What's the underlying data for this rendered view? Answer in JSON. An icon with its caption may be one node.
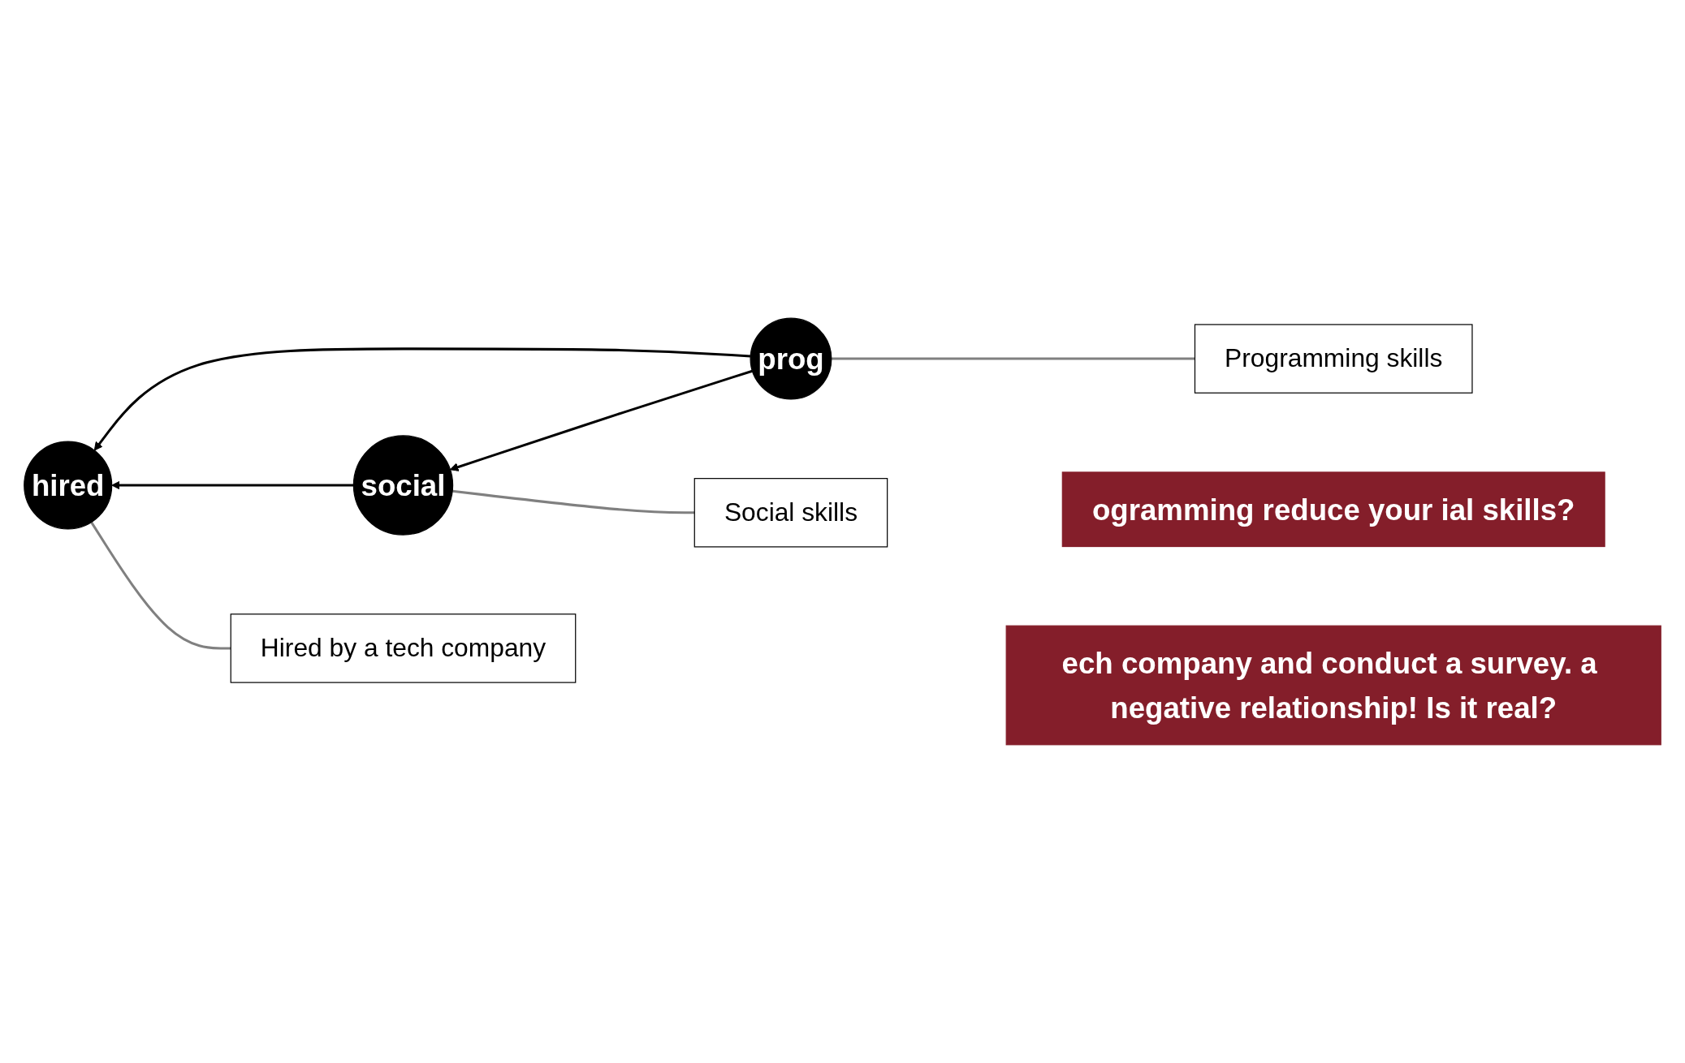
{
  "diagram": {
    "nodes": [
      {
        "text": [
          "prog"
        ]
      },
      {
        "text": [
          "Programming skills"
        ]
      },
      {
        "text": [
          "hired"
        ]
      },
      {
        "text": [
          "Hired by a tech company"
        ]
      },
      {
        "text": [
          "social"
        ]
      },
      {
        "text": [
          "Social skills"
        ]
      },
      {
        "text": [
          "ogramming reduce your ial skills?"
        ]
      },
      {
        "text": [
          "ech company and conduct a survey. a negative relationship! Is it real?"
        ]
      }
    ],
    "edges": [
      {
        "from": 0,
        "to": 2,
        "arrow": "to"
      },
      {
        "from": 0,
        "to": 4,
        "arrow": "to"
      },
      {
        "from": 4,
        "to": 2,
        "arrow": "to"
      },
      {
        "from": 1,
        "to": 0,
        "arrow": "none",
        "color": "#808080"
      },
      {
        "from": 3,
        "to": 2,
        "arrow": "none",
        "color": "#808080"
      },
      {
        "from": 5,
        "to": 4,
        "arrow": "none",
        "color": "#808080"
      }
    ]
  }
}
